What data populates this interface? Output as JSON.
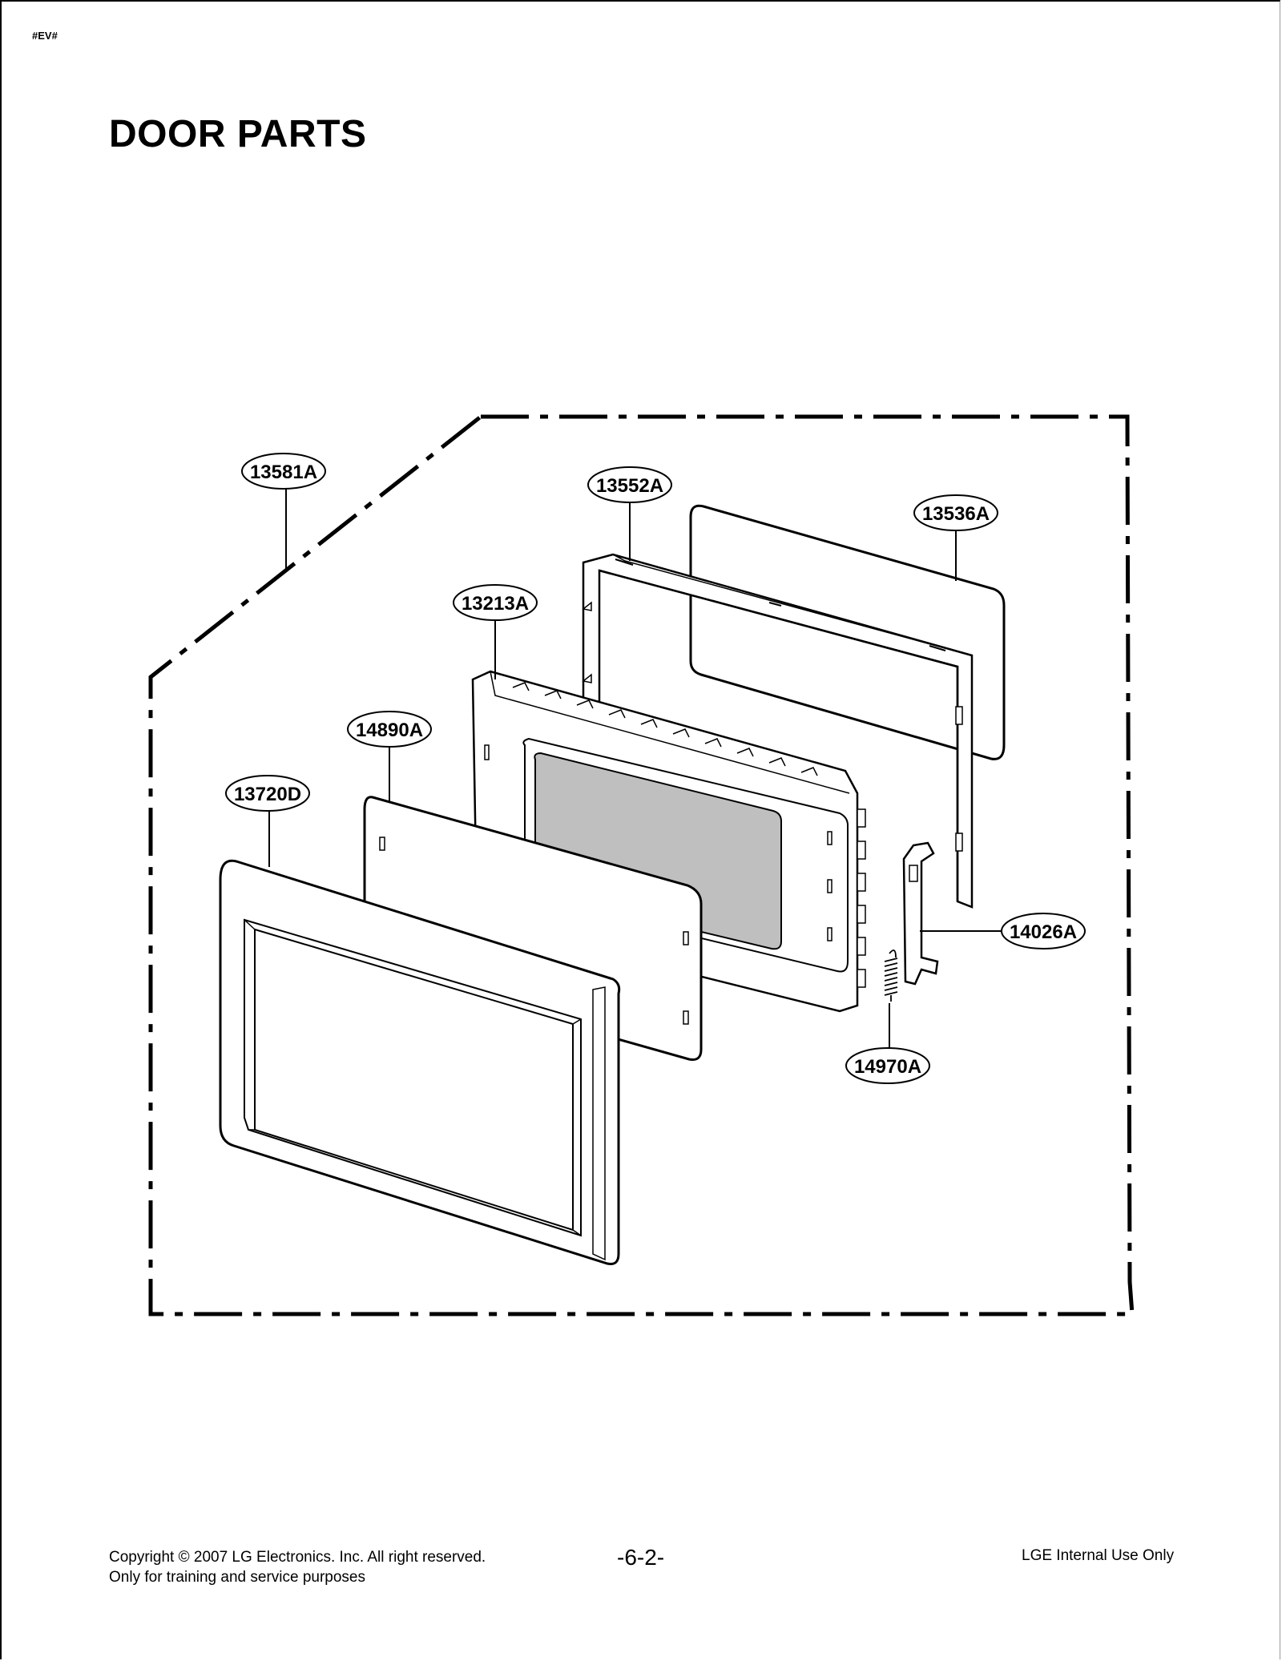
{
  "header": {
    "doc_code": "#EV#",
    "title": "DOOR PARTS"
  },
  "parts": [
    {
      "id": "13581A"
    },
    {
      "id": "13552A"
    },
    {
      "id": "13536A"
    },
    {
      "id": "13213A"
    },
    {
      "id": "14890A"
    },
    {
      "id": "13720D"
    },
    {
      "id": "14026A"
    },
    {
      "id": "14970A"
    }
  ],
  "footer": {
    "copyright": "Copyright © 2007 LG Electronics. Inc. All right reserved.",
    "purpose": "Only for training and service purposes",
    "page_number": "-6-2-",
    "internal": "LGE Internal Use Only"
  }
}
